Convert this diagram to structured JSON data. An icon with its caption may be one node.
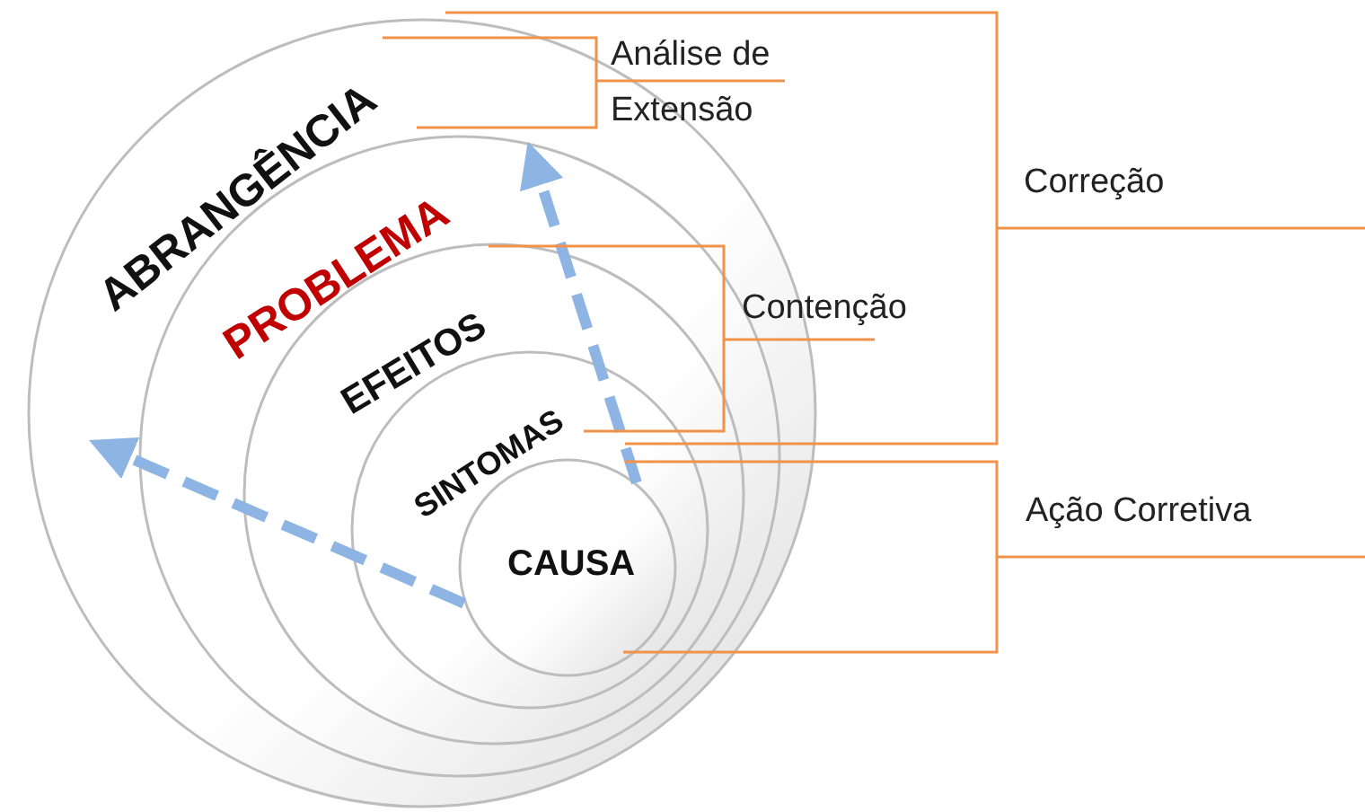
{
  "diagram": {
    "nodes": [
      {
        "text": [
          "ABRANGÊNCIA"
        ]
      },
      {
        "text": [
          "PROBLEMA"
        ],
        "in": 0
      },
      {
        "text": [
          "EFEITOS"
        ],
        "in": 1
      },
      {
        "text": [
          "SINTOMAS"
        ],
        "in": 2
      },
      {
        "text": [
          "CAUSA"
        ],
        "in": 3
      }
    ],
    "edges": [
      {
        "from": 4,
        "to": null,
        "arrow": "to",
        "style": "dashed"
      },
      {
        "from": 4,
        "to": null,
        "arrow": "to",
        "style": "dashed"
      }
    ],
    "labels": [
      "Análise de Extensão",
      "Correção",
      "Contenção",
      "Ação Corretiva"
    ]
  }
}
